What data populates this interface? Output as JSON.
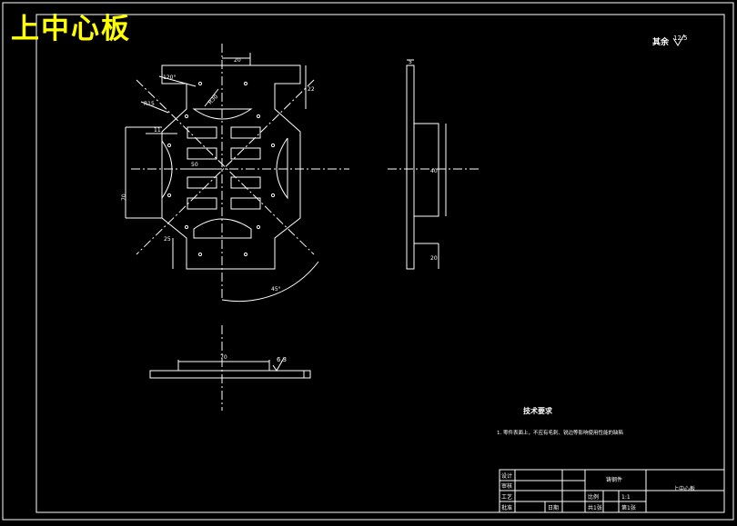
{
  "drawing": {
    "title": "上中心板",
    "roughness_label": "其余",
    "roughness_value": "12.5",
    "roughness_value_section": "6.3",
    "tech_title": "技术要求",
    "tech_note": "1. 零件表面上，不应有毛刺、锐边等影响使用性能的缺陷",
    "dims": {
      "top_width": "20",
      "angle_left": "R30",
      "diag_label": "120°",
      "r_left": "R15",
      "side_h": "70",
      "inner_w": "11",
      "center_w": "50",
      "side_right": "22",
      "bottom_h": "25",
      "angle_bottom": "45°",
      "section_w": "70",
      "side_view_t": "5",
      "side_view_h": "40",
      "side_view_b": "20"
    },
    "title_block": {
      "rows": [
        "设计",
        "审核",
        "工艺",
        "批准"
      ],
      "material_label": "铸钢件",
      "scale_label": "比例",
      "scale_value": "1:1",
      "sheet_total": "共1张",
      "sheet_no": "第1张",
      "part_name": "上中心板",
      "date_label": "日期"
    }
  },
  "colors": {
    "line": "#ffffff",
    "title": "#ffff00",
    "background": "#000000"
  }
}
